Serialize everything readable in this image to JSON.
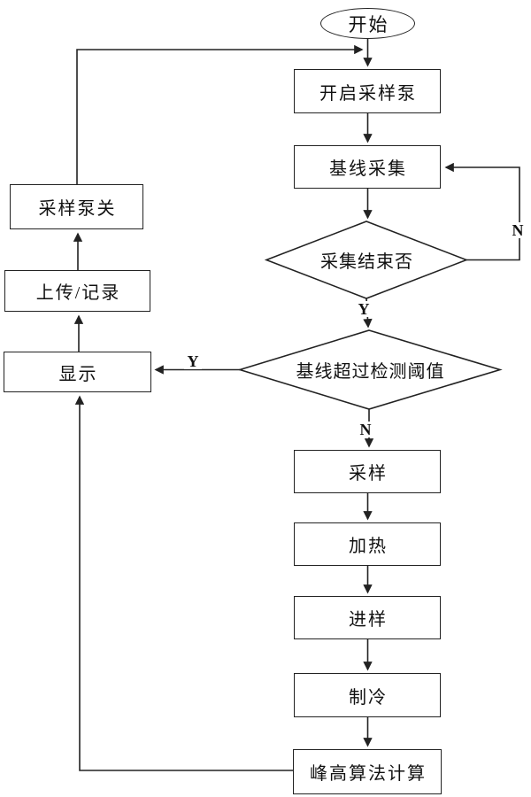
{
  "diagram": {
    "type": "flowchart",
    "background_color": "#ffffff",
    "line_color": "#222222",
    "nodes": {
      "start": "开始",
      "open_pump": "开启采样泵",
      "baseline_acq": "基线采集",
      "acq_finished": "采集结束否",
      "baseline_over_threshold": "基线超过检测阈值",
      "sampling": "采样",
      "heating": "加热",
      "injection": "进样",
      "cooling": "制冷",
      "peak_height_calc": "峰高算法计算",
      "pump_off": "采样泵关",
      "upload_record": "上传/记录",
      "display": "显示"
    },
    "edge_labels": {
      "acq_loop_no": "N",
      "acq_yes": "Y",
      "threshold_yes": "Y",
      "threshold_no": "N"
    }
  }
}
